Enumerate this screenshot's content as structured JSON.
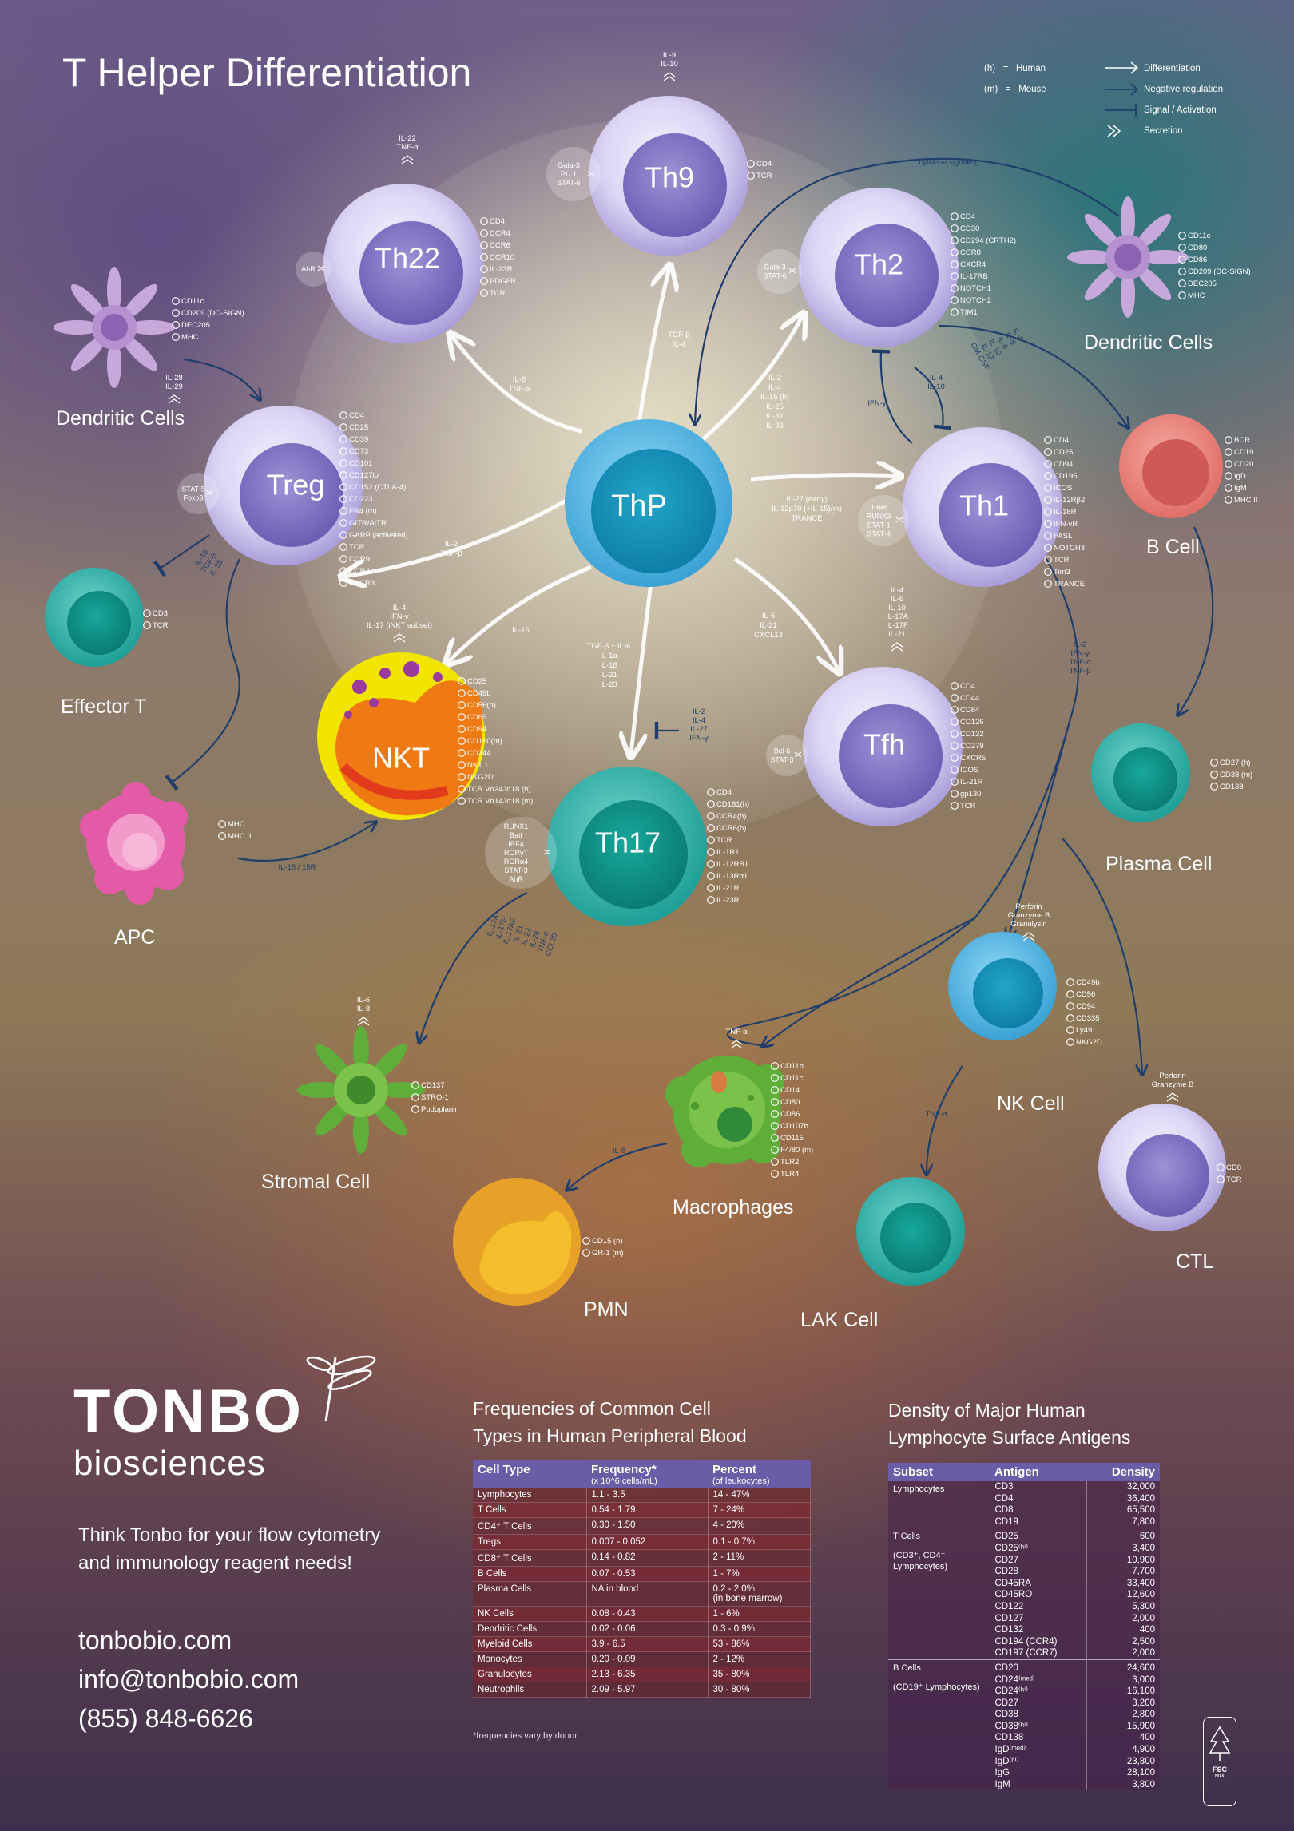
{
  "title": "T Helper Differentiation",
  "legend": [
    {
      "key": "(h)",
      "eq": "=",
      "value": "Human"
    },
    {
      "key": "(m)",
      "eq": "=",
      "value": "Mouse"
    },
    {
      "key": "",
      "eq": "",
      "value": "Differentiation",
      "icon": "arrow-icon"
    },
    {
      "key": "",
      "eq": "",
      "value": "Negative regulation",
      "icon": "blue-arrow-icon"
    },
    {
      "key": "",
      "eq": "",
      "value": "Signal / Activation",
      "icon": "t-bar-icon"
    },
    {
      "key": "",
      "eq": "",
      "value": "Secretion",
      "icon": "double-chevron-icon"
    }
  ],
  "colors": {
    "purple_cell": "#a99ed9",
    "purple_nucleus": "#7b6cbf",
    "blue_cell": "#4fb6e2",
    "teal_cell": "#27a9a2",
    "red_cell": "#e07a72",
    "arrow_blue": "#1f3e6c",
    "table_header": "#6a5ca6"
  },
  "cells": {
    "thp": {
      "name": "ThP"
    },
    "th9": {
      "name": "Th9",
      "secretion": [
        "IL-9",
        "IL-10"
      ],
      "tf": [
        "Gata-3",
        "PU.1",
        "STAT-6"
      ],
      "markers": [
        "CD4",
        "TCR"
      ]
    },
    "th22": {
      "name": "Th22",
      "secretion": [
        "IL-22",
        "TNF-α"
      ],
      "tf": [
        "AhR"
      ],
      "markers": [
        "CD4",
        "CCR4",
        "CCR6",
        "CCR10",
        "IL-23R",
        "PDGFR",
        "TCR"
      ]
    },
    "th2": {
      "name": "Th2",
      "tf": [
        "Gata-3",
        "STAT-6"
      ],
      "markers": [
        "CD4",
        "CD30",
        "CD294 (CRTH2)",
        "CCR8",
        "CXCR4",
        "IL-17RB",
        "NOTCH1",
        "NOTCH2",
        "TIM1"
      ]
    },
    "treg": {
      "name": "Treg",
      "tf": [
        "STAT-5",
        "Foxp3"
      ],
      "markers": [
        "CD4",
        "CD25",
        "CD39",
        "CD73",
        "CD101",
        "CD127lo",
        "CD152 (CTLA-4)",
        "CD223",
        "FR4 (m)",
        "GITR/AITR",
        "GARP (activated)",
        "TCR",
        "CCR9",
        "CCR4",
        "CXCR3"
      ]
    },
    "th1": {
      "name": "Th1",
      "tf": [
        "T-bet",
        "RUNX3",
        "STAT-1",
        "STAT-4"
      ],
      "markers": [
        "CD4",
        "CD25",
        "CD94",
        "CD195",
        "ICOS",
        "IL-12Rβ2",
        "IL-18R",
        "IFN-γR",
        "FASL",
        "NOTCH3",
        "TCR",
        "Tim3",
        "TRANCE"
      ]
    },
    "tfh": {
      "name": "Tfh",
      "secretion": [
        "IL-4",
        "IL-6",
        "IL-10",
        "IL-17A",
        "IL-17F",
        "IL-21"
      ],
      "tf": [
        "Bcl-6",
        "STAT-3"
      ],
      "markers": [
        "CD4",
        "CD44",
        "CD84",
        "CD126",
        "CD132",
        "CD279",
        "CXCR5",
        "ICOS",
        "IL-21R",
        "gp130",
        "TCR"
      ]
    },
    "th17": {
      "name": "Th17",
      "tf": [
        "RUNX1",
        "Batf",
        "IRF4",
        "RORγT",
        "RORα4",
        "STAT-3",
        "AhR"
      ],
      "markers": [
        "CD4",
        "CD161(h)",
        "CCR4(h)",
        "CCR6(h)",
        "TCR",
        "IL-1R1",
        "IL-12RB1",
        "IL-13Rα1",
        "IL-21R",
        "IL-23R"
      ]
    },
    "nkt": {
      "name": "NKT",
      "secretion": [
        "IL-4",
        "IFN-γ",
        "IL-17 (iNKT subset)"
      ],
      "markers": [
        "CD25",
        "CD49b",
        "CD56(h)",
        "CD69",
        "CD94",
        "CD160(m)",
        "CD244",
        "NK1.1",
        "NKG2D",
        "TCR Vα24Jα18 (h)",
        "TCR Vα14Jα18 (m)"
      ]
    },
    "dc_left": {
      "name": "Dendritic Cells",
      "markers": [
        "CD11c",
        "CD209 (DC-SIGN)",
        "DEC205",
        "MHC"
      ],
      "secretion": [
        "IL-28",
        "IL-29"
      ]
    },
    "dc_right": {
      "name": "Dendritic Cells",
      "markers": [
        "CD11c",
        "CD80",
        "CD86",
        "CD209 (DC-SIGN)",
        "DEC205",
        "MHC"
      ]
    },
    "effector_t": {
      "name": "Effector T",
      "markers": [
        "CD3",
        "TCR"
      ]
    },
    "apc": {
      "name": "APC",
      "markers": [
        "MHC I",
        "MHC II"
      ]
    },
    "b_cell": {
      "name": "B Cell",
      "markers": [
        "BCR",
        "CD19",
        "CD20",
        "IgD",
        "IgM",
        "MHC II"
      ]
    },
    "plasma_cell": {
      "name": "Plasma Cell",
      "markers": [
        "CD27 (h)",
        "CD38 (m)",
        "CD138"
      ]
    },
    "nk_cell": {
      "name": "NK Cell",
      "secretion": [
        "Perforin",
        "Granzyme B",
        "Granulysin"
      ],
      "markers": [
        "CD49b",
        "CD56",
        "CD94",
        "CD335",
        "Ly49",
        "NKG2D"
      ]
    },
    "ctl": {
      "name": "CTL",
      "secretion": [
        "Perforin",
        "Granzyme B"
      ],
      "markers": [
        "CD8",
        "TCR"
      ]
    },
    "lak_cell": {
      "name": "LAK Cell"
    },
    "macrophages": {
      "name": "Macrophages",
      "secretion": [
        "TNF-α"
      ],
      "markers": [
        "CD11b",
        "CD11c",
        "CD14",
        "CD80",
        "CD86",
        "CD107b",
        "CD115",
        "F4/80 (m)",
        "TLR2",
        "TLR4"
      ]
    },
    "stromal_cell": {
      "name": "Stromal Cell",
      "secretion": [
        "IL-6",
        "IL-8"
      ],
      "markers": [
        "CD137",
        "STRO-1",
        "Podoplanin"
      ]
    },
    "pmn": {
      "name": "PMN",
      "markers": [
        "CD15 (h)",
        "GR-1 (m)"
      ]
    }
  },
  "arrow_labels": {
    "to_th9": [
      "TGF-β",
      "IL-4"
    ],
    "to_th22": [
      "IL-6",
      "TNF-α"
    ],
    "to_th2": [
      "IL-2",
      "IL-4",
      "IL-15 (h)",
      "IL-25",
      "IL-31",
      "IL-33"
    ],
    "to_th1": [
      "IL-27 (early)",
      "IL-12p70 (+IL-15)(m)",
      "TRANCE"
    ],
    "to_tfh": [
      "IL-6",
      "IL-21",
      "CXCL13"
    ],
    "to_th17": [
      "TGF-β + IL-6",
      "IL-1α",
      "IL-1β",
      "IL-21",
      "IL-23"
    ],
    "to_nkt": [
      "IL-15"
    ],
    "to_treg": [
      "IL-2",
      "TGF-β"
    ],
    "th2_th1_neg": [
      "IL-4",
      "IL-10"
    ],
    "th1_th2_neg": [
      "IFN-γ"
    ],
    "th17_inhibit": [
      "IL-2",
      "IL-4",
      "IL-27",
      "IFN-γ"
    ],
    "treg_effector": [
      "IL-10",
      "TGF-β",
      "IL-35"
    ],
    "cytokine_signaling": "cytokine signaling",
    "th2_bcell": [
      "IL-4",
      "IL-5",
      "IL-6",
      "IL-10",
      "IL-13",
      "GM-CSF"
    ],
    "th1_down": [
      "IL-2",
      "IFN-γ",
      "TNF-α",
      "TNF-β"
    ],
    "apc_nkt": "IL-15 / 15R",
    "th17_stromal": [
      "IL-17A",
      "IL-17F",
      "IL-17AF",
      "IL-21",
      "IL-22",
      "IL-26",
      "TNF-α",
      "CCL20"
    ],
    "mac_pmn": "IL-8",
    "nk_lak": "TNF-α"
  },
  "company": {
    "name": "TONBO",
    "sub": "biosciences"
  },
  "tagline": "Think Tonbo for your flow cytometry and immunology reagent needs!",
  "contact": {
    "web": "tonbobio.com",
    "email": "info@tonbobio.com",
    "phone": "(855) 848-6626"
  },
  "freq": {
    "title_line1": "Frequencies of Common Cell",
    "title_line2": "Types in Human Peripheral Blood",
    "header": {
      "c1": "Cell Type",
      "c2": "Frequency*",
      "c2_sub": "(x 10^6 cells/mL)",
      "c3": "Percent",
      "c3_sub": "(of leukocytes)"
    },
    "rows": [
      [
        "Lymphocytes",
        "1.1 - 3.5",
        "14 - 47%"
      ],
      [
        "T Cells",
        "0.54 - 1.79",
        "7 - 24%"
      ],
      [
        "CD4⁺ T Cells",
        "0.30 - 1.50",
        "4 - 20%"
      ],
      [
        "Tregs",
        "0.007 - 0.052",
        "0.1 - 0.7%"
      ],
      [
        "CD8⁺ T Cells",
        "0.14 - 0.82",
        "2 - 11%"
      ],
      [
        "B Cells",
        "0.07 - 0.53",
        "1 - 7%"
      ],
      [
        "Plasma Cells",
        "NA in blood",
        "0.2 - 2.0%\n(in bone marrow)"
      ],
      [
        "NK Cells",
        "0.08 - 0.43",
        "1 - 6%"
      ],
      [
        "Dendritic Cells",
        "0.02 - 0.06",
        "0.3 - 0.9%"
      ],
      [
        "Myeloid Cells",
        "3.9 - 6.5",
        "53 - 86%"
      ],
      [
        "Monocytes",
        "0.20 - 0.09",
        "2 - 12%"
      ],
      [
        "Granulocytes",
        "2.13 - 6.35",
        "35 - 80%"
      ],
      [
        "Neutrophils",
        "2.09 - 5.97",
        "30 - 80%"
      ]
    ],
    "footnote": "*frequencies vary by donor"
  },
  "density": {
    "title_line1": "Density of Major Human",
    "title_line2": "Lymphocyte Surface Antigens",
    "header": [
      "Subset",
      "Antigen",
      "Density"
    ],
    "groups": [
      {
        "subset": "Lymphocytes",
        "subset_sub": "",
        "antigens": [
          "CD3",
          "CD4",
          "CD8",
          "CD19"
        ],
        "densities": [
          "32,000",
          "36,400",
          "65,500",
          "7,800"
        ]
      },
      {
        "subset": "T Cells",
        "subset_sub": "(CD3⁺, CD4⁺ Lymphocytes)",
        "antigens": [
          "CD25",
          "CD25⁽ʰⁱ⁾",
          "CD27",
          "CD28",
          "CD45RA",
          "CD45RO",
          "CD122",
          "CD127",
          "CD132",
          "CD194 (CCR4)",
          "CD197 (CCR7)"
        ],
        "densities": [
          "600",
          "3,400",
          "10,900",
          "7,700",
          "33,400",
          "12,600",
          "5,300",
          "2,000",
          "400",
          "2,500",
          "2,000"
        ]
      },
      {
        "subset": "B Cells",
        "subset_sub": "(CD19⁺ Lymphocytes)",
        "antigens": [
          "CD20",
          "CD24⁽ᵐᵉᵈ⁾",
          "CD24⁽ʰⁱ⁾",
          "CD27",
          "CD38",
          "CD38⁽ʰⁱ⁾",
          "CD138",
          "IgD⁽ᵐᵉᵈ⁾",
          "IgD⁽ʰⁱ⁾",
          "IgG",
          "IgM"
        ],
        "densities": [
          "24,600",
          "3,000",
          "16,100",
          "3,200",
          "2,800",
          "15,900",
          "400",
          "4,900",
          "23,800",
          "28,100",
          "3,800"
        ]
      }
    ]
  },
  "fsc": {
    "label": "FSC",
    "sub": "MIX"
  }
}
